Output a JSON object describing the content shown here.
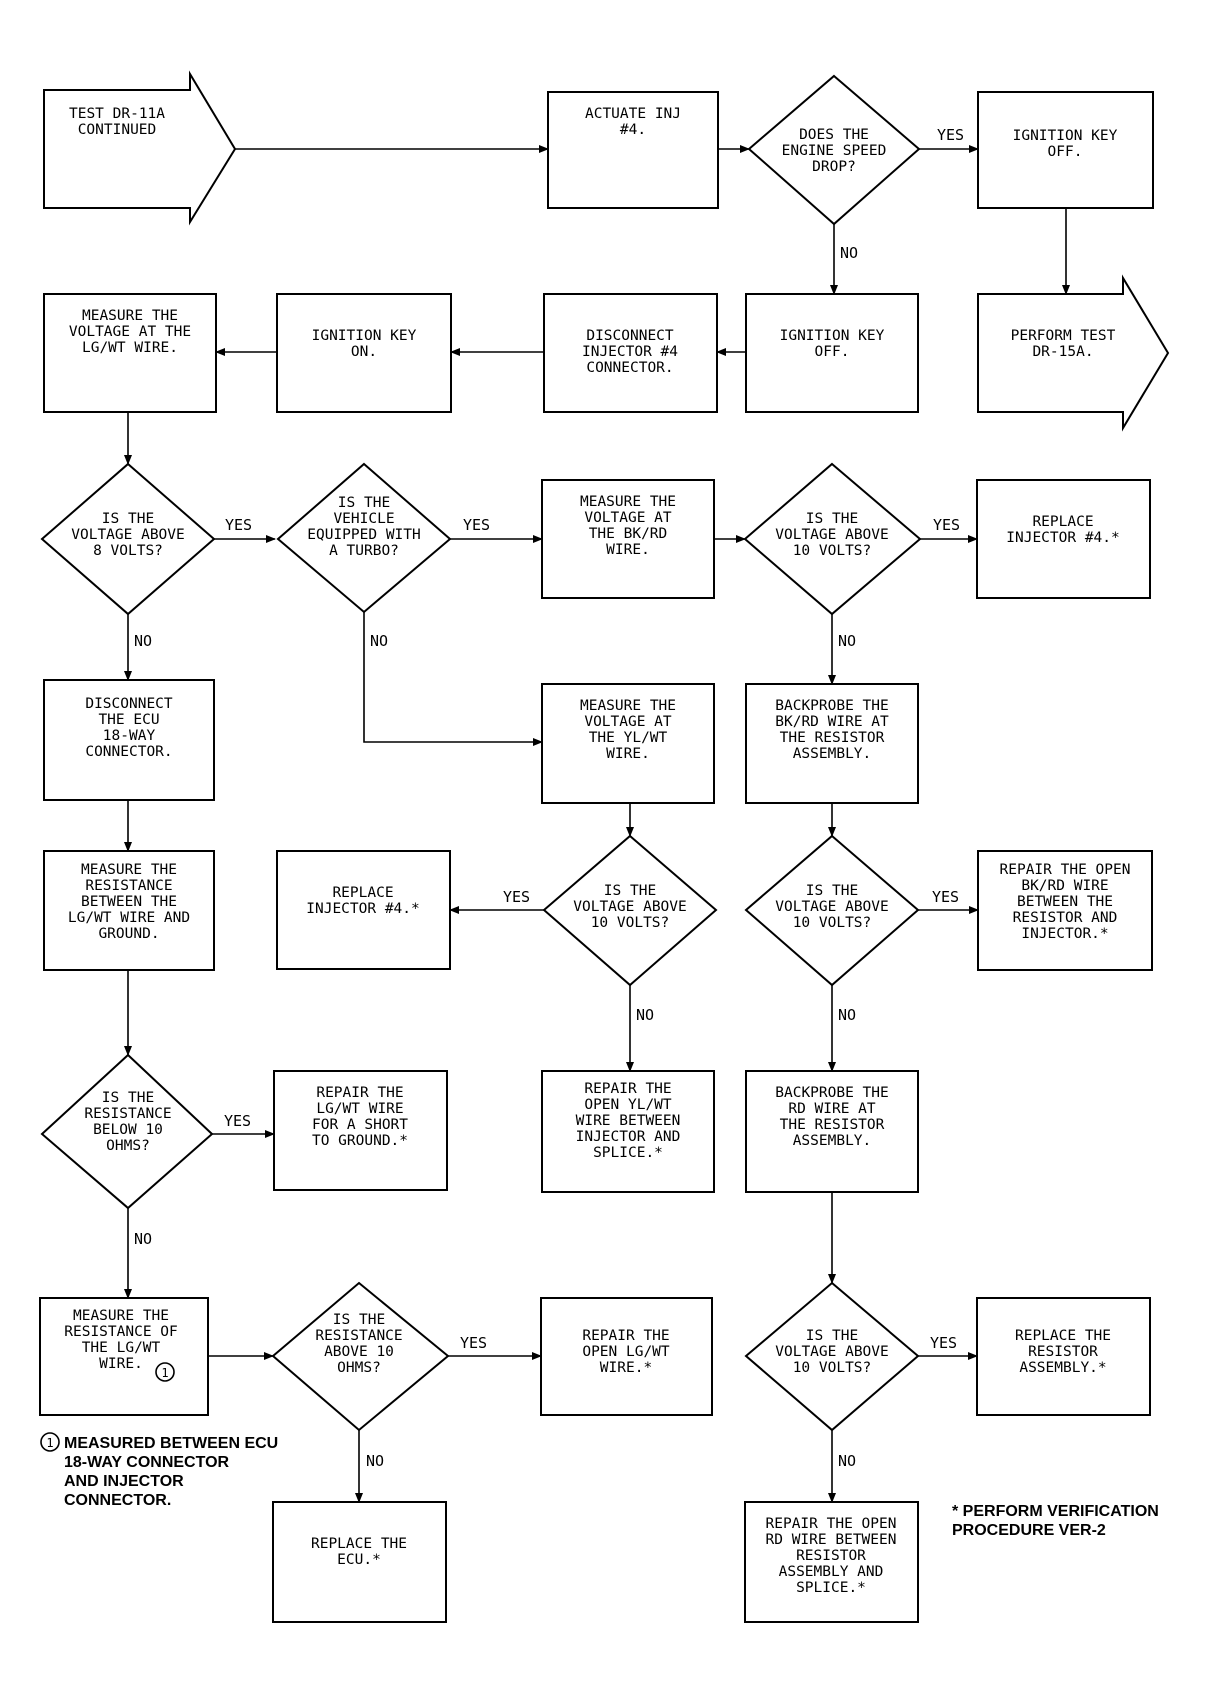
{
  "nodes": {
    "start_arrow": [
      "TEST DR-11A",
      "CONTINUED"
    ],
    "actuate": [
      "ACTUATE INJ",
      "#4."
    ],
    "q_speed_drop": [
      "DOES THE",
      "ENGINE SPEED",
      "DROP?"
    ],
    "key_off_1": [
      "IGNITION KEY",
      "OFF."
    ],
    "perform_test": [
      "PERFORM TEST",
      "DR-15A."
    ],
    "key_off_2": [
      "IGNITION KEY",
      "OFF."
    ],
    "disconnect_inj": [
      "DISCONNECT",
      "INJECTOR #4",
      "CONNECTOR."
    ],
    "key_on": [
      "IGNITION KEY",
      "ON."
    ],
    "measure_lgwt": [
      "MEASURE THE",
      "VOLTAGE AT THE",
      "LG/WT WIRE."
    ],
    "q_above_8": [
      "IS THE",
      "VOLTAGE ABOVE",
      "8 VOLTS?"
    ],
    "q_turbo": [
      "IS THE",
      "VEHICLE",
      "EQUIPPED WITH",
      "A TURBO?"
    ],
    "measure_bkrd": [
      "MEASURE THE",
      "VOLTAGE AT",
      "THE BK/RD",
      "WIRE."
    ],
    "q_bkrd_10": [
      "IS THE",
      "VOLTAGE ABOVE",
      "10 VOLTS?"
    ],
    "replace_inj_1": [
      "REPLACE",
      "INJECTOR #4.*"
    ],
    "disconnect_ecu": [
      "DISCONNECT",
      "THE ECU",
      "18-WAY",
      "CONNECTOR."
    ],
    "measure_ylwt": [
      "MEASURE THE",
      "VOLTAGE AT",
      "THE YL/WT",
      "WIRE."
    ],
    "backprobe_bkrd": [
      "BACKPROBE THE",
      "BK/RD WIRE AT",
      "THE RESISTOR",
      "ASSEMBLY."
    ],
    "measure_res_ground": [
      "MEASURE THE",
      "RESISTANCE",
      "BETWEEN THE",
      "LG/WT WIRE AND",
      "GROUND."
    ],
    "replace_inj_2": [
      "REPLACE",
      "INJECTOR #4.*"
    ],
    "q_ylwt_10": [
      "IS THE",
      "VOLTAGE ABOVE",
      "10 VOLTS?"
    ],
    "q_bkrd_res_10": [
      "IS THE",
      "VOLTAGE ABOVE",
      "10 VOLTS?"
    ],
    "repair_bkrd": [
      "REPAIR THE OPEN",
      "BK/RD WIRE",
      "BETWEEN THE",
      "RESISTOR AND",
      "INJECTOR.*"
    ],
    "q_res_below_10": [
      "IS THE",
      "RESISTANCE",
      "BELOW 10",
      "OHMS?"
    ],
    "repair_short": [
      "REPAIR THE",
      "LG/WT WIRE",
      "FOR A SHORT",
      "TO GROUND.*"
    ],
    "repair_ylwt": [
      "REPAIR THE",
      "OPEN YL/WT",
      "WIRE BETWEEN",
      "INJECTOR AND",
      "SPLICE.*"
    ],
    "backprobe_rd": [
      "BACKPROBE THE",
      "RD WIRE AT",
      "THE RESISTOR",
      "ASSEMBLY."
    ],
    "measure_res_lgwt": [
      "MEASURE THE",
      "RESISTANCE OF",
      "THE LG/WT",
      "WIRE."
    ],
    "q_res_above_10": [
      "IS THE",
      "RESISTANCE",
      "ABOVE 10",
      "OHMS?"
    ],
    "repair_open_lgwt": [
      "REPAIR THE",
      "OPEN LG/WT",
      "WIRE.*"
    ],
    "q_rd_10": [
      "IS THE",
      "VOLTAGE ABOVE",
      "10 VOLTS?"
    ],
    "replace_resistor": [
      "REPLACE THE",
      "RESISTOR",
      "ASSEMBLY.*"
    ],
    "replace_ecu": [
      "REPLACE THE",
      "ECU.*"
    ],
    "repair_rd": [
      "REPAIR THE OPEN",
      "RD WIRE BETWEEN",
      "RESISTOR",
      "ASSEMBLY AND",
      "SPLICE.*"
    ]
  },
  "footnote_marker": "1",
  "labels": {
    "yes": "YES",
    "no": "NO"
  },
  "notes": {
    "measured_between": [
      "MEASURED BETWEEN ECU",
      "18-WAY CONNECTOR",
      "AND INJECTOR",
      "CONNECTOR."
    ],
    "verification": [
      "* PERFORM VERIFICATION",
      "PROCEDURE VER-2"
    ]
  }
}
